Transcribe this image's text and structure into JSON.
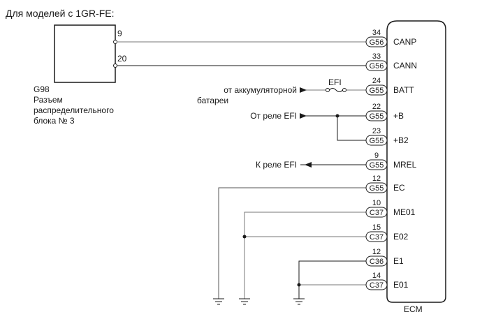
{
  "title": "Для моделей с 1GR-FE:",
  "connector_box": {
    "id": "G98",
    "desc_lines": [
      "Разъем",
      "распределительного",
      "блока № 3"
    ],
    "pins": [
      "9",
      "20"
    ]
  },
  "ecm": {
    "label": "ECM",
    "terminals": [
      {
        "pin": "34",
        "connector": "G56",
        "name": "CANP"
      },
      {
        "pin": "33",
        "connector": "G56",
        "name": "CANN"
      },
      {
        "pin": "24",
        "connector": "G55",
        "name": "BATT"
      },
      {
        "pin": "22",
        "connector": "G55",
        "name": "+B"
      },
      {
        "pin": "23",
        "connector": "G55",
        "name": "+B2"
      },
      {
        "pin": "9",
        "connector": "G55",
        "name": "MREL"
      },
      {
        "pin": "12",
        "connector": "G55",
        "name": "EC"
      },
      {
        "pin": "10",
        "connector": "C37",
        "name": "ME01"
      },
      {
        "pin": "15",
        "connector": "C37",
        "name": "E02"
      },
      {
        "pin": "12",
        "connector": "C36",
        "name": "E1"
      },
      {
        "pin": "14",
        "connector": "C37",
        "name": "E01"
      }
    ]
  },
  "sources": {
    "battery_lines": [
      "от аккумуляторной",
      "батареи"
    ],
    "fuse": "EFI",
    "from_relay": "От реле EFI",
    "to_relay": "К реле EFI"
  }
}
